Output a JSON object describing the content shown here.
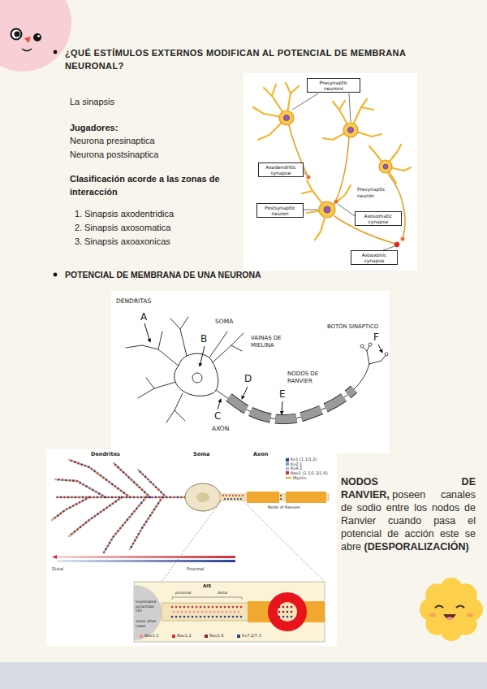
{
  "diagram": {
    "title": "¿QUÉ ESTÍMULOS EXTERNOS MODIFICAN AL POTENCIAL DE MEMBRANA NEURONAL?",
    "nodes": [
      {
        "text": [
          "Presynaptic neurons"
        ]
      },
      {
        "text": [
          "Axodendritic synapse"
        ]
      },
      {
        "text": [
          "Postsynaptic neuron"
        ]
      },
      {
        "text": [
          "Axosomatic synapse"
        ]
      },
      {
        "text": [
          "Axoaxonic synapse"
        ]
      }
    ],
    "labels": [
      "La sinapsis",
      "Jugadores:",
      "Neurona presinaptica",
      "Neurona postsinaptica",
      "Clasificación acorde a las zonas de interacción",
      "1.",
      "Sinapsis axodentridica",
      "2.",
      "Sinapsis axosomatica",
      "3.",
      "Sinapsis axoaxonicas",
      "Presynaptic neuron",
      "POTENCIAL DE MEMBRANA DE UNA NEURONA",
      "DENDRITAS",
      "A",
      "SOMA",
      "B",
      "VAINAS DE MIELINA",
      "D",
      "NODOS DE RANVIER",
      "E",
      "C",
      "AXÓN",
      "BOTÓN SINÁPTICO",
      "F",
      "Dendrites",
      "Soma",
      "Axon",
      "Distal",
      "Proximal",
      "AIS",
      "Node of Ranvier",
      "proximal",
      "distal",
      "myelinated pyramidal cell",
      "some other cases",
      "NODOS DE RANVIER,",
      "poseen canales de sodio entre los nodos de Ranvier cuando pasa el potencial de acción este se abre",
      "(DESPORALIZACIÓN)"
    ],
    "legend": [
      {
        "text": "Kv1 (1.1/1.2)",
        "color": "#2b3f8f"
      },
      {
        "text": "Kv2.1",
        "color": "#6fa0d8"
      },
      {
        "text": "Kv4.2",
        "color": "#9ec6ea"
      },
      {
        "text": "Nav1 (1.1/1.2/1.6)",
        "color": "#c8303a"
      },
      {
        "text": "Myelin"
      },
      {
        "text": "Nav1.1",
        "color": "#f08a9a"
      },
      {
        "text": "Nav1.2",
        "color": "#c8303a"
      },
      {
        "text": "Nav1.6",
        "color": "#8b1a2a"
      },
      {
        "text": "Kv7.2/7.3",
        "color": "#2b3f8f"
      }
    ]
  }
}
